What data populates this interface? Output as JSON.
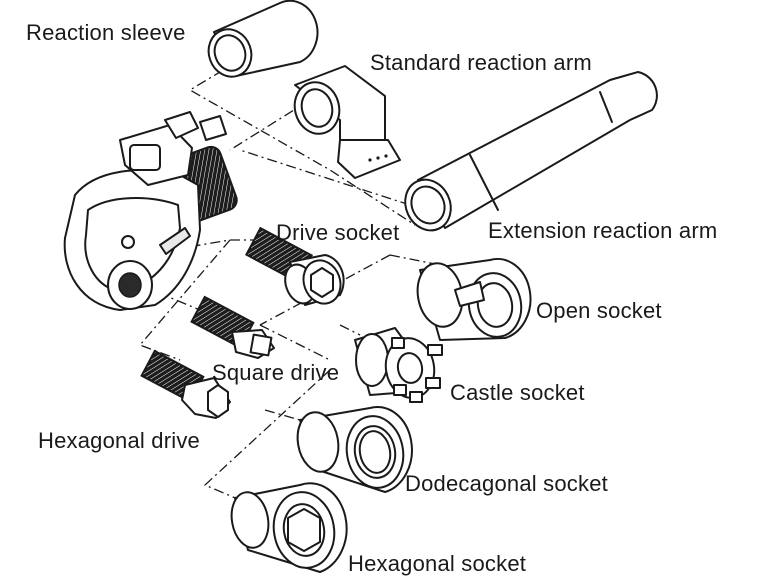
{
  "labels": {
    "reaction_sleeve": "Reaction sleeve",
    "standard_reaction_arm": "Standard reaction arm",
    "drive_socket": "Drive socket",
    "extension_reaction_arm": "Extension reaction arm",
    "open_socket": "Open socket",
    "square_drive": "Square drive",
    "castle_socket": "Castle socket",
    "hexagonal_drive": "Hexagonal drive",
    "dodecagonal_socket": "Dodecagonal socket",
    "hexagonal_socket": "Hexagonal socket"
  }
}
